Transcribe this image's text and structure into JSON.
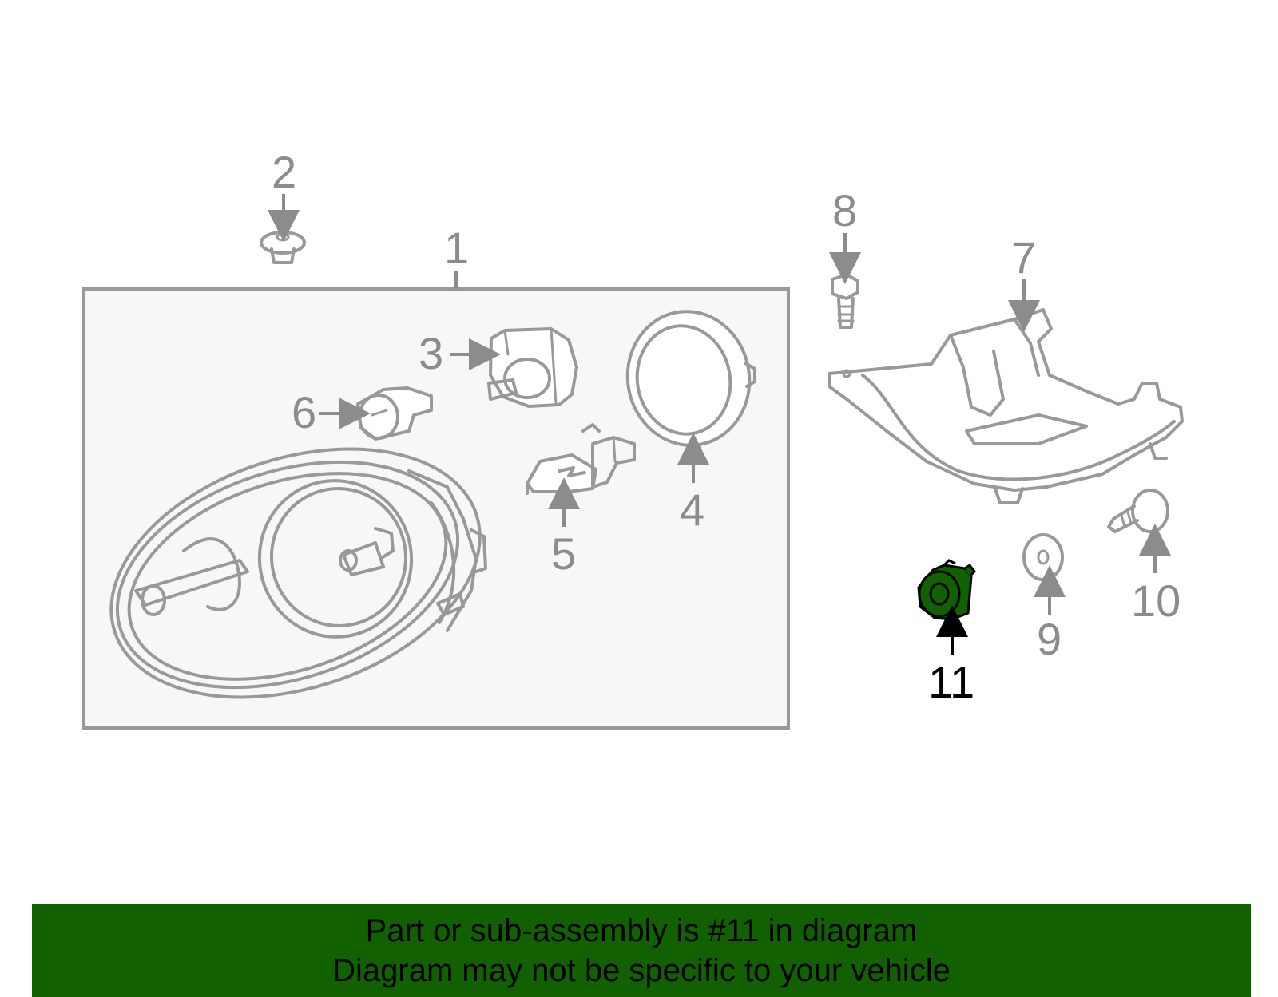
{
  "diagram": {
    "callouts": [
      {
        "id": "callout-1",
        "label": "1"
      },
      {
        "id": "callout-2",
        "label": "2"
      },
      {
        "id": "callout-3",
        "label": "3"
      },
      {
        "id": "callout-4",
        "label": "4"
      },
      {
        "id": "callout-5",
        "label": "5"
      },
      {
        "id": "callout-6",
        "label": "6"
      },
      {
        "id": "callout-7",
        "label": "7"
      },
      {
        "id": "callout-8",
        "label": "8"
      },
      {
        "id": "callout-9",
        "label": "9"
      },
      {
        "id": "callout-10",
        "label": "10"
      },
      {
        "id": "callout-11",
        "label": "11"
      }
    ],
    "highlighted_part": "11",
    "colors": {
      "line_art": "#999999",
      "assembly_box_fill": "#f7f7f7",
      "highlight_fill": "#116100",
      "banner_background": "#116100",
      "banner_text": "#000000"
    }
  },
  "banner": {
    "line1": "Part or sub-assembly is #11 in diagram",
    "line2": "Diagram may not be specific to your vehicle"
  }
}
